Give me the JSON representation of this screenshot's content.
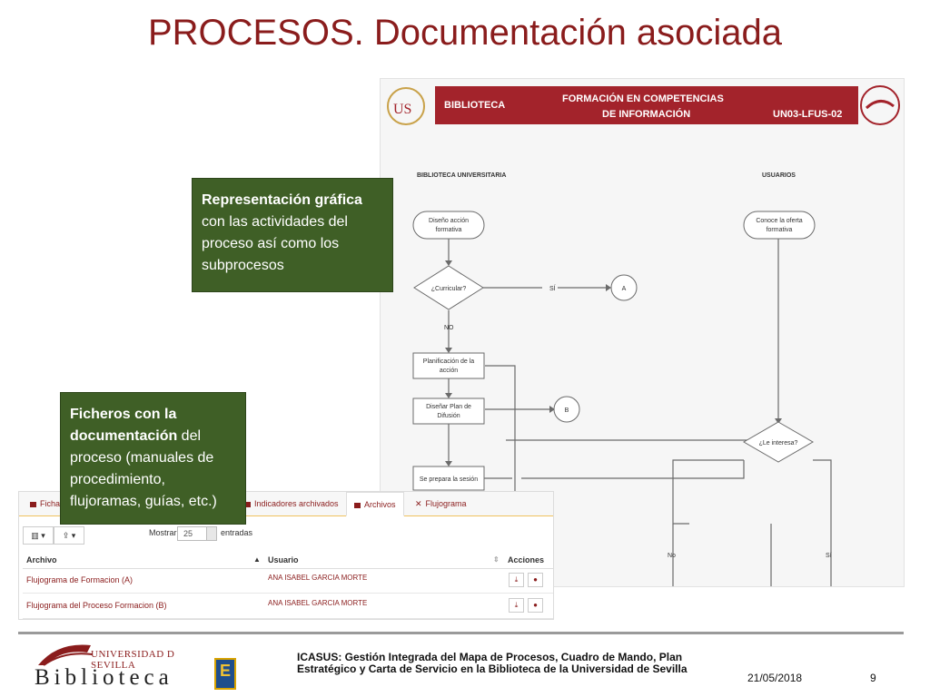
{
  "slide": {
    "title": "PROCESOS. Documentación asociada"
  },
  "flowchart": {
    "header": {
      "left": "BIBLIOTECA",
      "center_line1": "FORMACIÓN EN COMPETENCIAS",
      "center_line2": "DE INFORMACIÓN",
      "code": "UN03-LFUS-02"
    },
    "lanes": {
      "left": "BIBLIOTECA UNIVERSITARIA",
      "right": "USUARIOS"
    },
    "nodes": {
      "diseno": [
        "Diseño acción",
        "formativa"
      ],
      "conoce": [
        "Conoce la oferta",
        "formativa"
      ],
      "curricular": "¿Curricular?",
      "si1": "SÍ",
      "a": "A",
      "no1": "NO",
      "planificacion": [
        "Planificación de la",
        "acción"
      ],
      "disenar": [
        "Diseñar Plan de",
        "Difusión"
      ],
      "b": "B",
      "interesa": "¿Le interesa?",
      "prepara": "Se prepara la sesión",
      "no2": "No",
      "si2": "Sí"
    }
  },
  "callouts": {
    "first": {
      "bold": "Representación gráfica",
      "rest": " con las actividades del proceso así como los subprocesos"
    },
    "second": {
      "bold": "Ficheros con la documentación",
      "rest": " del proceso (manuales de procedimiento, flujoramas, guías, etc.)"
    }
  },
  "table": {
    "tabs": [
      "Fichas",
      "Indicadores archivados",
      "Archivos",
      "Flujograma"
    ],
    "toolbar": {
      "mostrar": "Mostrar",
      "page_size": "25",
      "entradas": "entradas",
      "columns_icon": "columns-icon",
      "export_icon": "export-icon"
    },
    "headers": {
      "archivo": "Archivo",
      "usuario": "Usuario",
      "acciones": "Acciones"
    },
    "rows": [
      {
        "archivo": "Flujograma de Formacion (A)",
        "usuario": "ANA ISABEL GARCIA MORTE"
      },
      {
        "archivo": "Flujograma del Proceso Formacion (B)",
        "usuario": "ANA ISABEL GARCIA MORTE"
      }
    ],
    "action_icons": [
      "download-icon",
      "user-icon"
    ]
  },
  "footer": {
    "logo_top": "UNIVERSIDAD D SEVILLA",
    "logo_big": "Biblioteca",
    "badge_letter": "E",
    "text_line1": "ICASUS: Gestión Integrada del Mapa de Procesos, Cuadro de Mando, Plan",
    "text_line2": "Estratégico y Carta de Servicio en la Biblioteca de la Universidad de Sevilla",
    "date": "21/05/2018",
    "page": "9"
  },
  "colors": {
    "title": "#8a1c1c",
    "header_red": "#a3232b",
    "callout_green": "#3f5f26"
  }
}
